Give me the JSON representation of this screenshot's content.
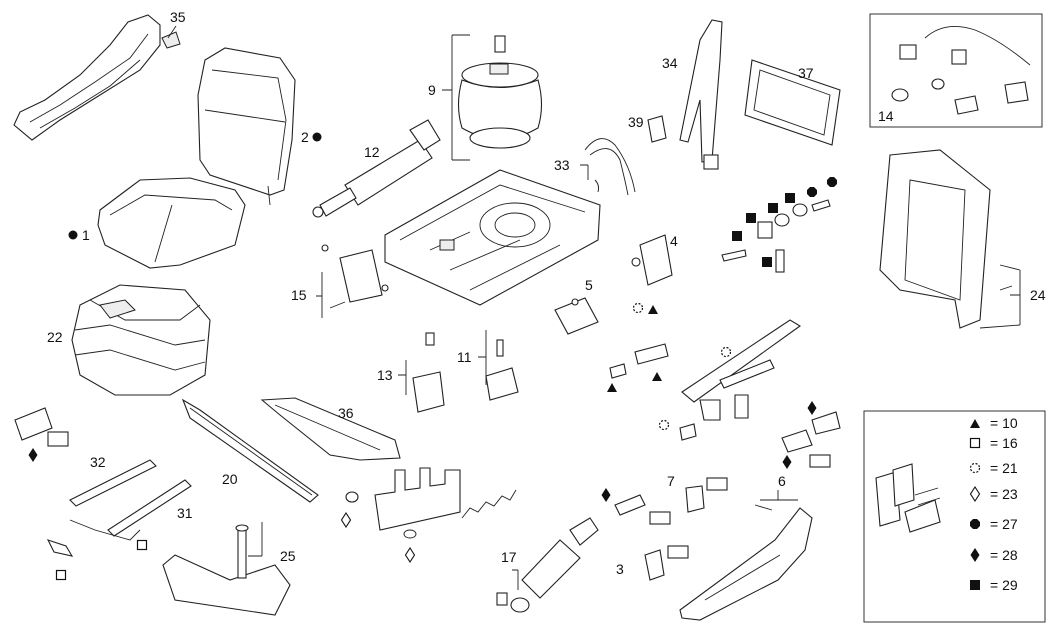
{
  "labels": {
    "n1": "1",
    "n2": "2",
    "n3": "3",
    "n4": "4",
    "n5": "5",
    "n6": "6",
    "n7": "7",
    "n9": "9",
    "n11": "11",
    "n12": "12",
    "n13": "13",
    "n14": "14",
    "n15": "15",
    "n17": "17",
    "n20": "20",
    "n22": "22",
    "n24": "24",
    "n25": "25",
    "n31": "31",
    "n32": "32",
    "n33": "33",
    "n34": "34",
    "n35": "35",
    "n36": "36",
    "n37": "37",
    "n39": "39"
  },
  "legend": [
    {
      "symbol": "filled-triangle",
      "text": "= 10"
    },
    {
      "symbol": "open-square",
      "text": "= 16"
    },
    {
      "symbol": "dashed-circle",
      "text": "= 21"
    },
    {
      "symbol": "open-diamond",
      "text": "= 23"
    },
    {
      "symbol": "filled-octagon",
      "text": "= 27"
    },
    {
      "symbol": "filled-diamond",
      "text": "= 28"
    },
    {
      "symbol": "filled-square",
      "text": "= 29"
    }
  ]
}
